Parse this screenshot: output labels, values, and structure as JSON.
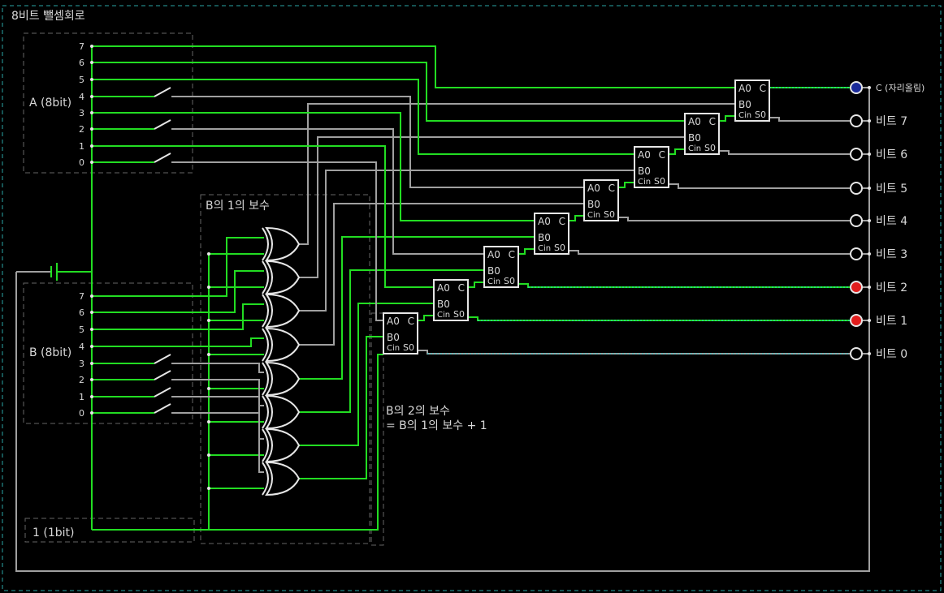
{
  "title": "8비트 뺄셈회로",
  "groups": {
    "a": "A (8bit)",
    "b": "B (8bit)",
    "one": "1 (1bit)",
    "ones_complement": "B의 1의 보수",
    "twos_complement_1": "B의 2의 보수",
    "twos_complement_2": "= B의 1의 보수 + 1"
  },
  "switch_labels": [
    "7",
    "6",
    "5",
    "4",
    "3",
    "2",
    "1",
    "0"
  ],
  "a_bits": [
    1,
    1,
    1,
    0,
    1,
    0,
    1,
    0
  ],
  "b_bits": [
    1,
    1,
    1,
    1,
    0,
    0,
    0,
    0
  ],
  "adder_labels": {
    "a": "A0",
    "c": "C",
    "b": "B0",
    "cin": "Cin",
    "s": "S0"
  },
  "outputs": [
    {
      "label": "C (자리올림)",
      "state": "blue"
    },
    {
      "label": "비트 7",
      "state": "off"
    },
    {
      "label": "비트 6",
      "state": "off"
    },
    {
      "label": "비트 5",
      "state": "off"
    },
    {
      "label": "비트 4",
      "state": "off"
    },
    {
      "label": "비트 3",
      "state": "off"
    },
    {
      "label": "비트 2",
      "state": "on"
    },
    {
      "label": "비트 1",
      "state": "on"
    },
    {
      "label": "비트 0",
      "state": "off"
    }
  ],
  "colors": {
    "wire_on": "#22dd22",
    "wire_off": "#a0a0a0",
    "bus": "#2ad4d4",
    "led_on": "#e11d1d",
    "led_blue": "#1a2a9a",
    "frame": "#2aa6a6",
    "group_box": "#666666"
  }
}
